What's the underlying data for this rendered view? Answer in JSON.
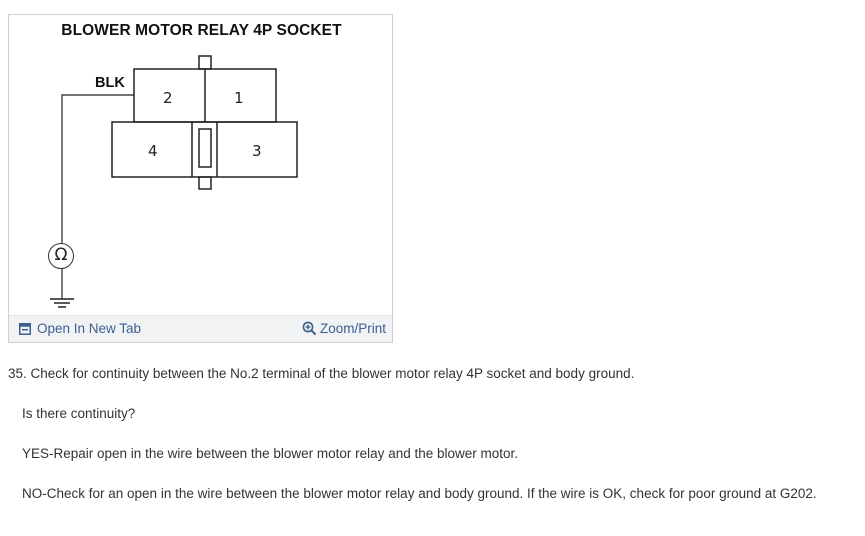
{
  "figure": {
    "title": "BLOWER MOTOR RELAY 4P SOCKET",
    "wire_label": "BLK",
    "terminals": [
      "2",
      "1",
      "4",
      "3"
    ],
    "meter_symbol": "Ω"
  },
  "toolbar": {
    "open_tab_label": "Open In New Tab",
    "zoom_label": "Zoom/Print",
    "open_tab_icon": "new-tab-icon",
    "zoom_icon": "magnifier-plus-icon",
    "link_color": "#3d5f90"
  },
  "content": {
    "step": "35. Check for continuity between the No.2 terminal of the blower motor relay 4P socket and body ground.",
    "question": "Is there continuity?",
    "yes": "YES-Repair open in the wire between the blower motor relay and the blower motor.",
    "no": "NO-Check for an open in the wire between the blower motor relay and body ground. If the wire is OK, check for poor ground at G202."
  }
}
